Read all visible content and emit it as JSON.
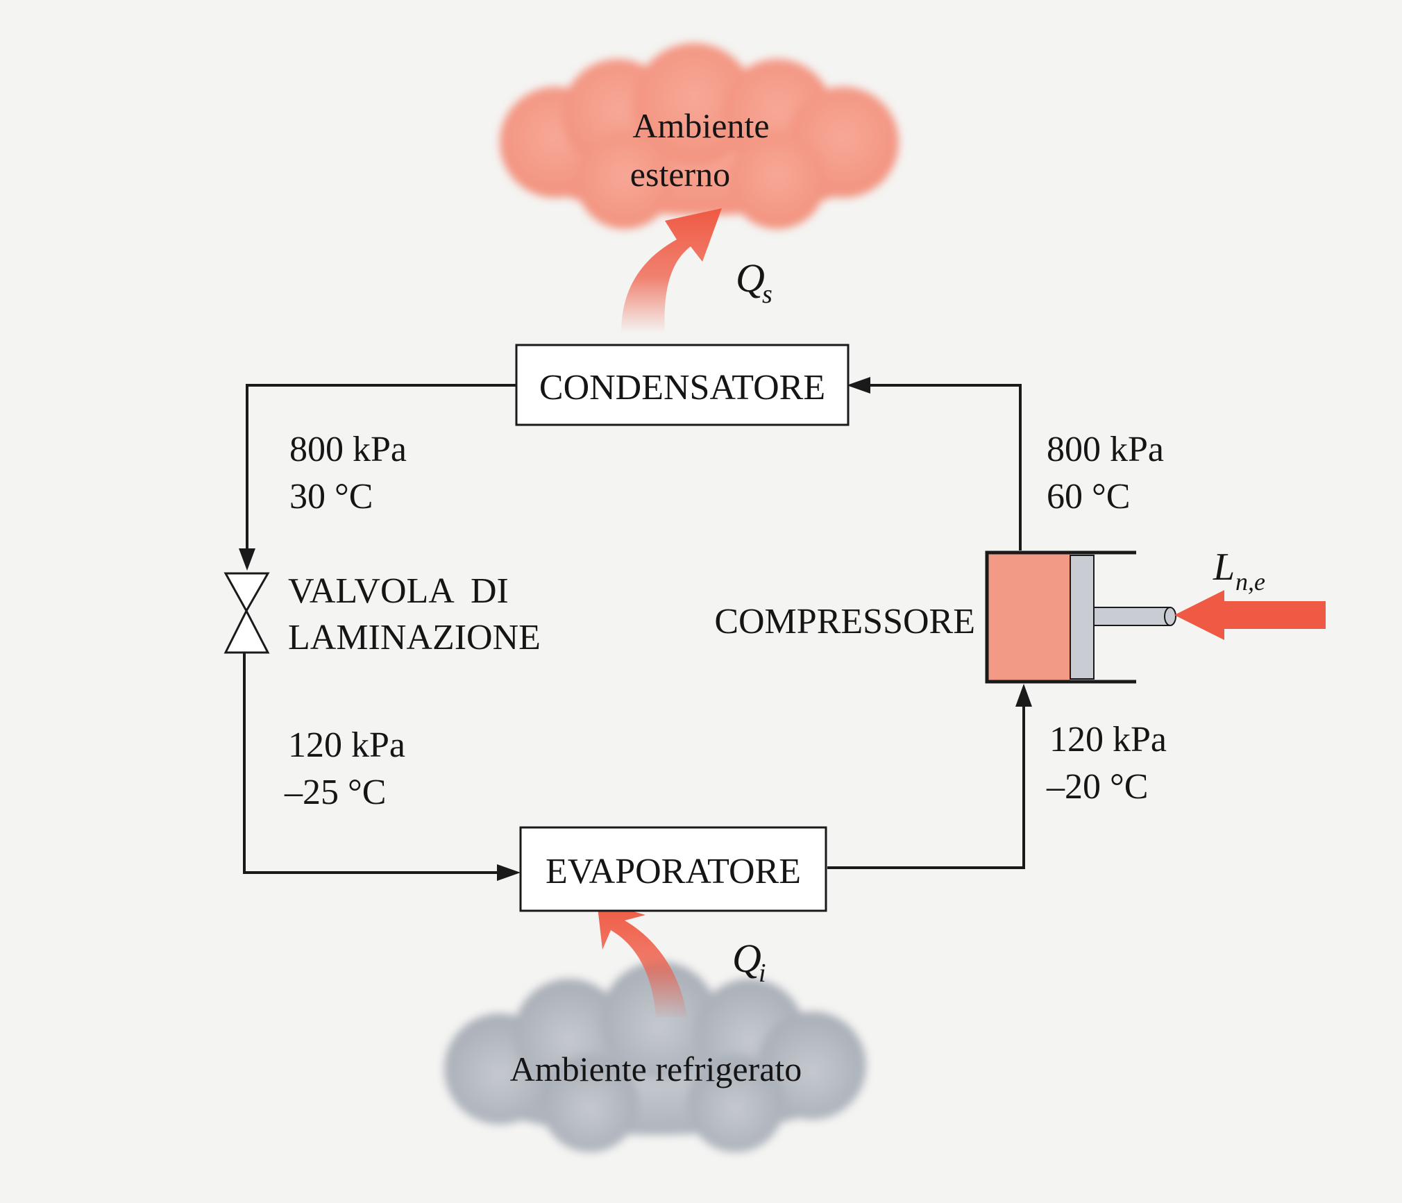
{
  "environment_external": {
    "line1": "Ambiente",
    "line2": "esterno"
  },
  "environment_refrigerated": {
    "label": "Ambiente refrigerato"
  },
  "heat_out": {
    "symbol": "Q",
    "subscript": "s"
  },
  "heat_in": {
    "symbol": "Q",
    "subscript": "i"
  },
  "work_in": {
    "symbol": "L",
    "subscript": "n,e"
  },
  "components": {
    "condenser": "CONDENSATORE",
    "evaporator": "EVAPORATORE",
    "valve": {
      "line1": "VALVOLA  DI",
      "line2": "LAMINAZIONE"
    },
    "compressor": "COMPRESSORE"
  },
  "states": {
    "condenser_outlet": {
      "pressure": "800 kPa",
      "temperature": "30 °C"
    },
    "compressor_outlet": {
      "pressure": "800 kPa",
      "temperature": "60 °C"
    },
    "valve_outlet": {
      "pressure": "120 kPa",
      "temperature": "–25 °C"
    },
    "compressor_inlet": {
      "pressure": "120 kPa",
      "temperature": "–20 °C"
    }
  },
  "colors": {
    "hot_cloud": "#f49a86",
    "cold_cloud": "#b7bcc4",
    "heat_arrow": "#ef5a44",
    "compressor_fill": "#f39a86",
    "line": "#1a1a1a"
  }
}
